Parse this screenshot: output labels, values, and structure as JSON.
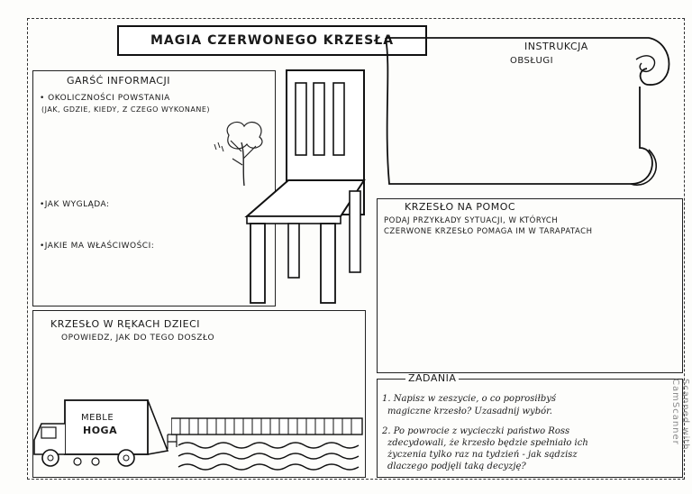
{
  "title": "MAGIA CZERWONEGO KRZESŁA",
  "info": {
    "heading": "GARŚĆ INFORMACJI",
    "item1": "• OKOLICZNOŚCI POWSTANIA",
    "item1b": "(JAK, GDZIE, KIEDY, Z CZEGO WYKONANE)",
    "item2": "•JAK WYGLĄDA:",
    "item3": "•JAKIE MA WŁAŚCIWOŚCI:"
  },
  "instructions": {
    "heading1": "INSTRUKCJA",
    "heading2": "OBSŁUGI"
  },
  "help": {
    "heading": "KRZESŁO NA POMOC",
    "line1": "PODAJ PRZYKŁADY SYTUACJI, W KTÓRYCH",
    "line2": "CZERWONE KRZESŁO POMAGA IM W TARAPATACH"
  },
  "children": {
    "heading": "KRZESŁO W RĘKACH DZIECI",
    "subheading": "OPOWIEDZ, JAK DO TEGO DOSZŁO"
  },
  "truck": {
    "label1": "MEBLE",
    "label2": "HOGA"
  },
  "tasks": {
    "heading": "ZADANIA",
    "task1a": "1. Napisz w zeszycie, o co poprosiłbyś",
    "task1b": "magiczne krzesło? Uzasadnij wybór.",
    "task2a": "2. Po powrocie z wycieczki państwo Ross",
    "task2b": "zdecydowali, że krzesło będzie spełniało ich",
    "task2c": "życzenia tylko raz na tydzień - jak sądzisz",
    "task2d": "dlaczego podjęli taką decyzję?"
  },
  "watermark": "Scanned with CamScanner"
}
